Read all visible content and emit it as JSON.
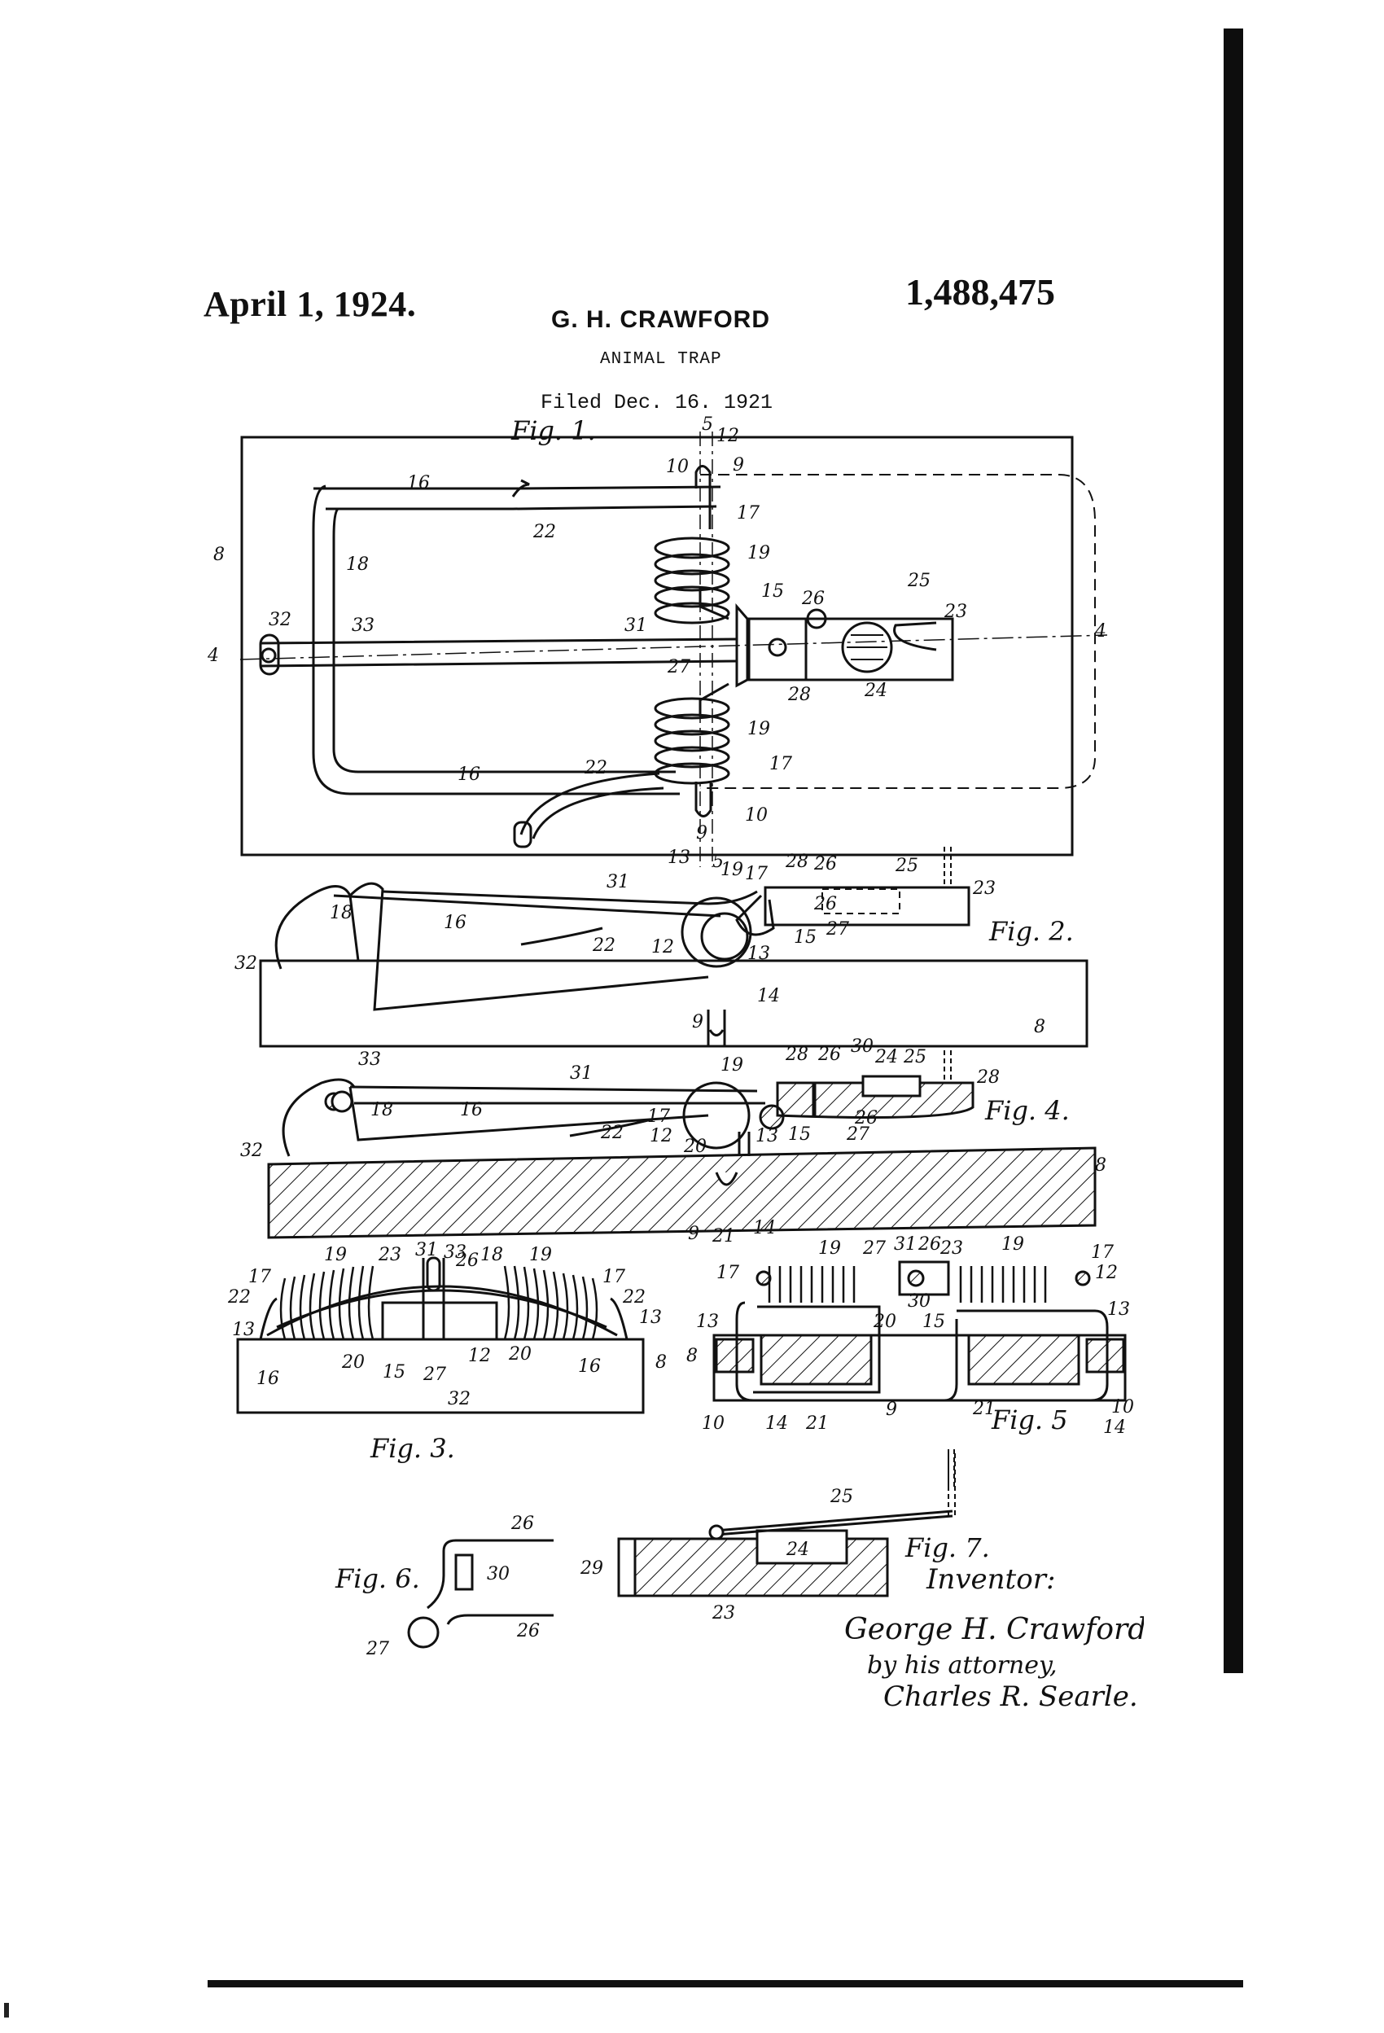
{
  "header": {
    "date": "April 1, 1924.",
    "patent_number": "1,488,475",
    "inventor": "G. H. CRAWFORD",
    "title": "ANIMAL TRAP",
    "filed": "Filed Dec. 16. 1921"
  },
  "figures": {
    "fig1": "Fig. 1.",
    "fig2": "Fig. 2.",
    "fig3": "Fig. 3.",
    "fig4": "Fig. 4.",
    "fig5": "Fig. 5",
    "fig6": "Fig. 6.",
    "fig7": "Fig. 7."
  },
  "reference_numerals": {
    "r5": "5",
    "r8": "8",
    "r9": "9",
    "r10": "10",
    "r12": "12",
    "r13": "13",
    "r14": "14",
    "r15": "15",
    "r16": "16",
    "r17": "17",
    "r18": "18",
    "r19": "19",
    "r20": "20",
    "r21": "21",
    "r22": "22",
    "r23": "23",
    "r24": "24",
    "r25": "25",
    "r26": "26",
    "r27": "27",
    "r28": "28",
    "r29": "29",
    "r30": "30",
    "r31": "31",
    "r32": "32",
    "r33": "33",
    "r4": "4"
  },
  "inventor_block": {
    "label": "Inventor:",
    "signature_lines": [
      "George H. Crawford,",
      "by his attorney,",
      "Charles R. Searle."
    ]
  }
}
